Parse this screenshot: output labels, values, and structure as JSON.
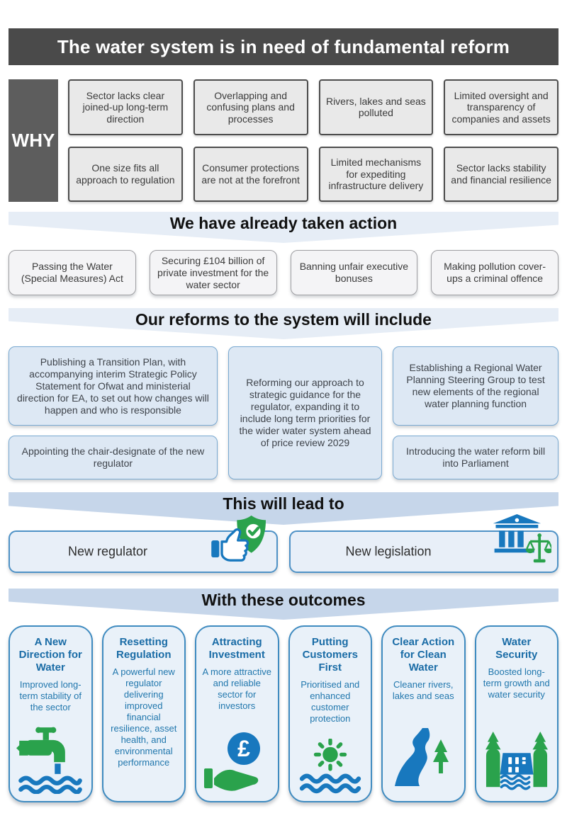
{
  "header": {
    "title": "The water system is in need of fundamental reform"
  },
  "why": {
    "label": "WHY",
    "boxes": [
      "Sector lacks clear joined-up long-term direction",
      "Overlapping and confusing plans and processes",
      "Rivers, lakes and seas polluted",
      "Limited oversight and transparency of companies and assets",
      "One size fits all approach to regulation",
      "Consumer protections are not at the forefront",
      "Limited mechanisms for expediting infrastructure delivery",
      "Sector lacks stability and financial resilience"
    ]
  },
  "banners": {
    "taken_action": "We have already taken action",
    "reforms": "Our reforms to the system will include",
    "lead_to": "This will lead to",
    "outcomes": "With these outcomes"
  },
  "actions": [
    "Passing the Water (Special Measures) Act",
    "Securing £104 billion of private investment for the water sector",
    "Banning unfair executive bonuses",
    "Making pollution cover-ups a criminal offence"
  ],
  "reforms": {
    "left_1": "Publishing a Transition Plan, with accompanying interim Strategic Policy Statement for Ofwat and ministerial direction for EA, to set out how changes will happen and who is responsible",
    "left_2": "Appointing the chair-designate of the new regulator",
    "middle": "Reforming our approach to strategic guidance for the regulator, expanding it to include long term priorities for the wider water system ahead of price review 2029",
    "right_1": "Establishing a Regional Water Planning Steering Group to test new elements of the regional water planning function",
    "right_2": "Introducing the water reform bill into Parliament"
  },
  "lead_to": [
    {
      "label": "New regulator",
      "icon": "thumbs-up-shield-icon"
    },
    {
      "label": "New legislation",
      "icon": "bank-scales-icon"
    }
  ],
  "outcomes": [
    {
      "title": "A New Direction for Water",
      "body": "Improved long-term stability of the sector",
      "icon": "faucet-water-icon"
    },
    {
      "title": "Resetting Regulation",
      "body": "A powerful new regulator delivering improved financial resilience, asset health, and environmental performance",
      "icon": ""
    },
    {
      "title": "Attracting Investment",
      "body": "A more attractive and reliable sector for investors",
      "icon": "hand-coin-icon"
    },
    {
      "title": "Putting Customers First",
      "body": "Prioritised and enhanced customer protection",
      "icon": "sun-waves-icon"
    },
    {
      "title": "Clear Action for Clean Water",
      "body": "Cleaner rivers, lakes and seas",
      "icon": "river-tree-icon"
    },
    {
      "title": "Water Security",
      "body": "Boosted long-term growth and water security",
      "icon": "dam-trees-icon"
    }
  ],
  "colors": {
    "header_bg": "#4a4a4a",
    "why_bg": "#5d5d5d",
    "banner_light": "#e6edf6",
    "banner_dark": "#c6d6ea",
    "card_border": "#3f8bc0",
    "card_bg": "#e9f1f9",
    "icon_green": "#2aa24c",
    "icon_blue": "#1878be",
    "title_blue": "#1a6ca6"
  }
}
